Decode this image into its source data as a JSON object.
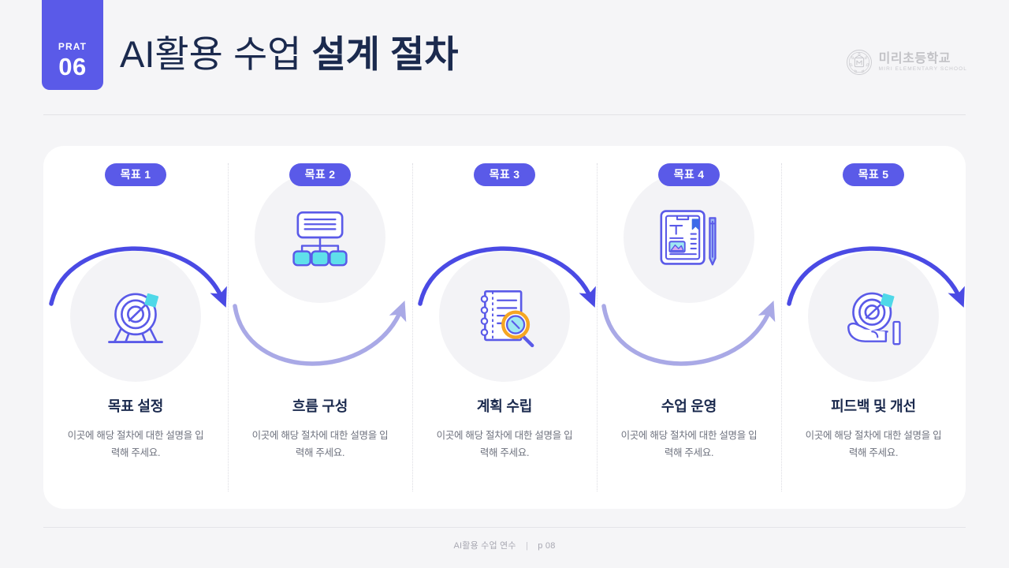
{
  "header": {
    "badge_label": "PRAT",
    "badge_number": "06",
    "title_light": "AI활용 수업 ",
    "title_bold": "설계 절차",
    "logo_ko": "미리초등학교",
    "logo_en": "MIRI ELEMENTARY SCHOOL"
  },
  "steps": [
    {
      "badge": "목표 1",
      "title": "목표 설정",
      "desc": "이곳에 해당 절차에 대한 설명을 입력해 주세요.",
      "icon": "target-icon"
    },
    {
      "badge": "목표 2",
      "title": "흐름 구성",
      "desc": "이곳에 해당 절차에 대한 설명을 입력해 주세요.",
      "icon": "flowchart-icon"
    },
    {
      "badge": "목표 3",
      "title": "계획 수립",
      "desc": "이곳에 해당 절차에 대한 설명을 입력해 주세요.",
      "icon": "notebook-search-icon"
    },
    {
      "badge": "목표 4",
      "title": "수업 운영",
      "desc": "이곳에 해당 절차에 대한 설명을 입력해 주세요.",
      "icon": "document-pencil-icon"
    },
    {
      "badge": "목표 5",
      "title": "피드백 및 개선",
      "desc": "이곳에 해당 절차에 대한 설명을 입력해 주세요.",
      "icon": "hand-target-icon"
    }
  ],
  "footer": {
    "label": "AI활용 수업 연수",
    "separator": "|",
    "page": "p 08"
  },
  "colors": {
    "brand_purple": "#5a5ae8",
    "arc_light": "#adade8",
    "title_navy": "#1b2a4e",
    "icon_cyan": "#4fd8e8",
    "icon_orange": "#f5a623",
    "body_gray": "#6f737f",
    "slide_bg": "#f5f5f7",
    "card_bg": "#ffffff",
    "disc_bg": "#f3f3f6"
  }
}
